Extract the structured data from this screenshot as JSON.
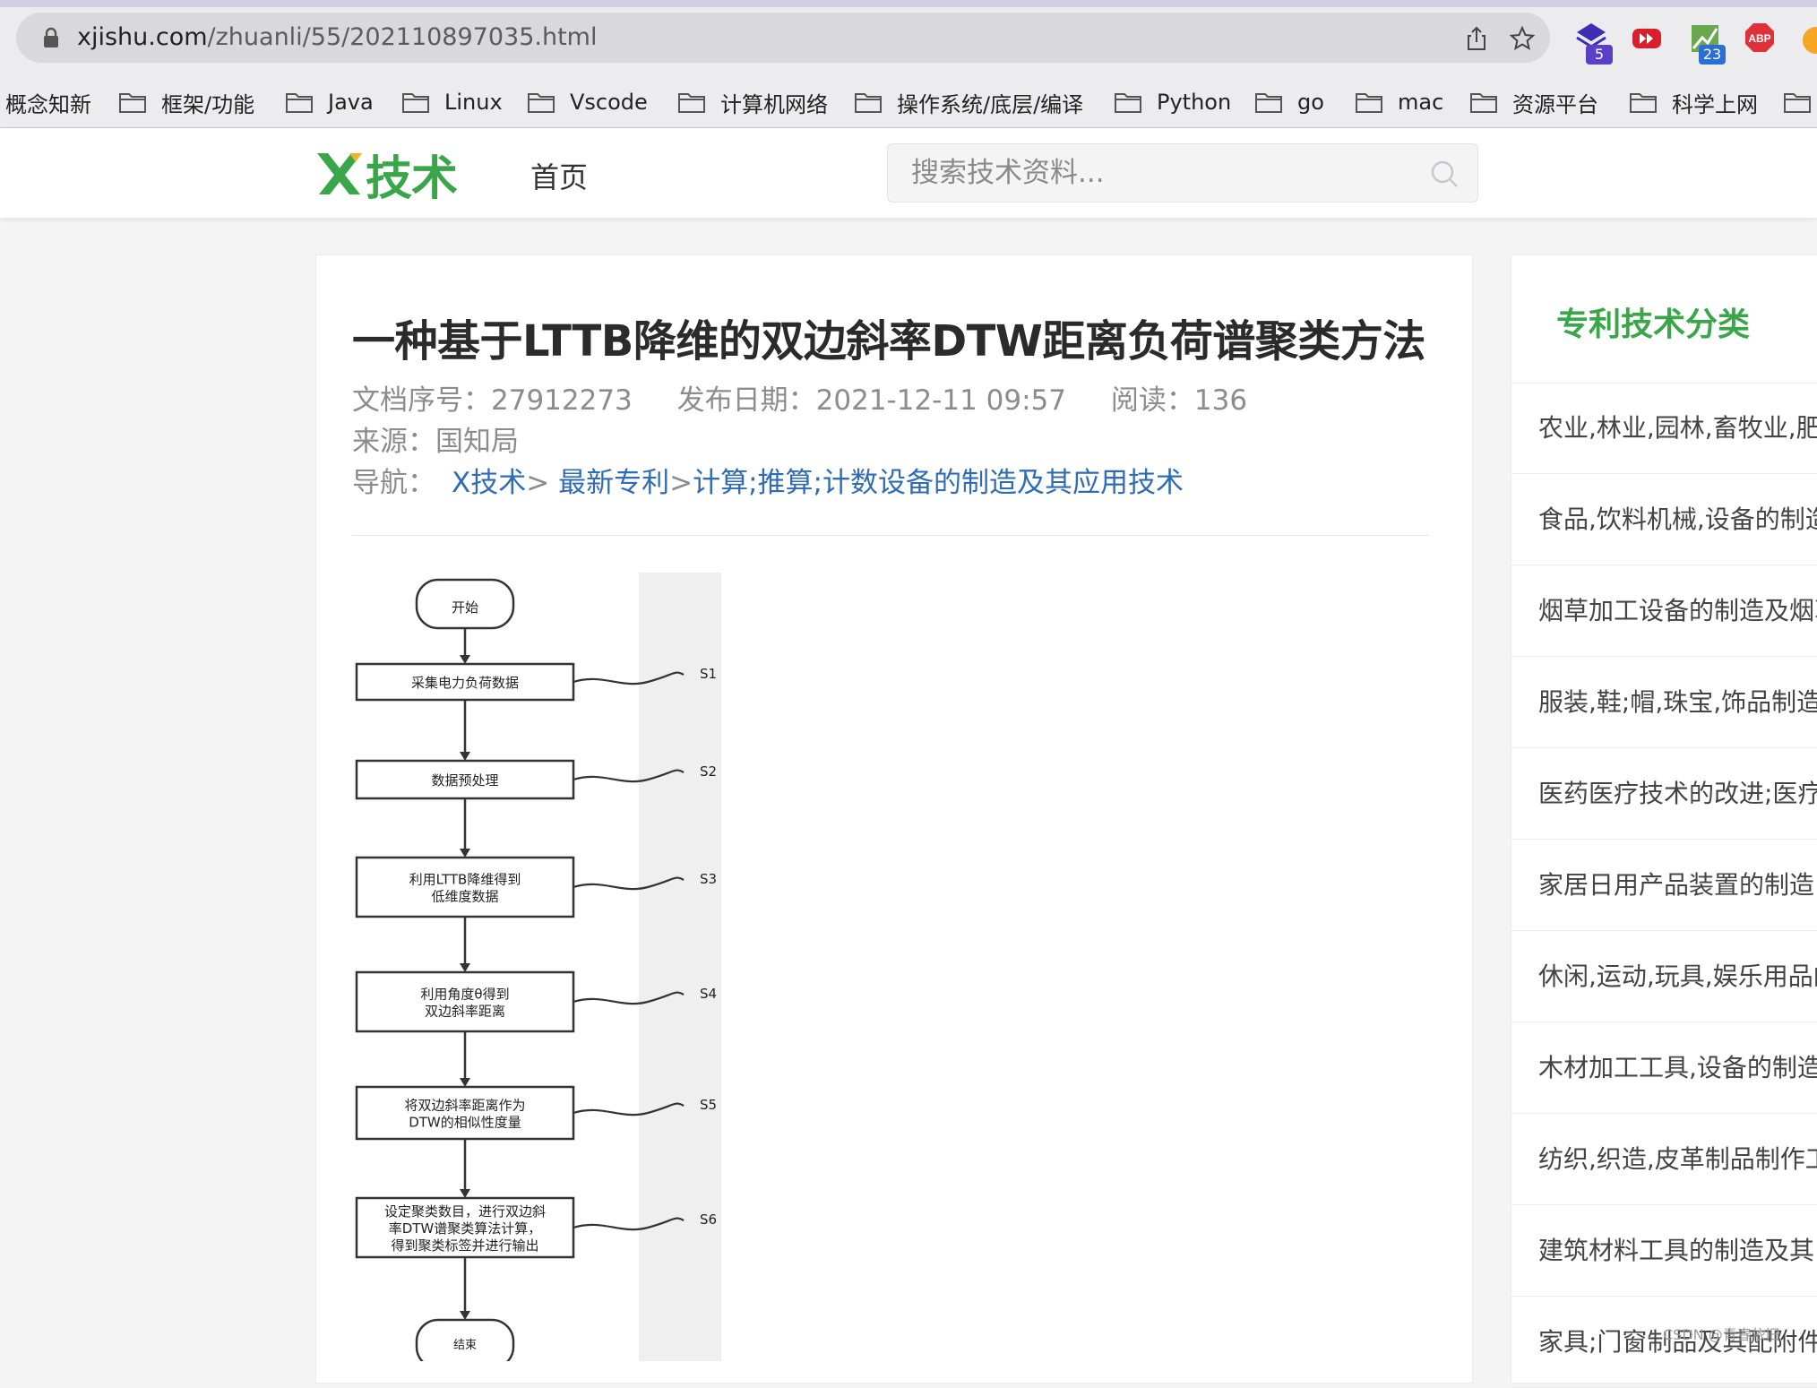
{
  "browser": {
    "url_host": "xjishu.com",
    "url_path": "/zhuanli/55/202110897035.html",
    "extensions": [
      {
        "name": "layers-extension-icon",
        "badge": "5",
        "badge_color": "#5b3fc7"
      },
      {
        "name": "video-speed-extension-icon",
        "badge": ""
      },
      {
        "name": "chart-extension-icon",
        "badge": "23",
        "badge_color": "#2a6fd6"
      },
      {
        "name": "adblock-plus-icon",
        "label": "ABP"
      }
    ],
    "bookmarks": [
      "概念知新",
      "框架/功能",
      "Java",
      "Linux",
      "Vscode",
      "计算机网络",
      "操作系统/底层/编译",
      "Python",
      "go",
      "mac",
      "资源平台",
      "科学上网"
    ]
  },
  "site": {
    "logo": "X技术",
    "nav_home": "首页",
    "search_placeholder": "搜索技术资料...",
    "brand_color": "#3aa64a"
  },
  "article": {
    "title": "一种基于LTTB降维的双边斜率DTW距离负荷谱聚类方法",
    "doc_id_label": "文档序号：",
    "doc_id": "27912273",
    "date_label": "发布日期：",
    "date": "2021-12-11 09:57",
    "reads_label": "阅读：",
    "reads": "136",
    "source_label": "来源：",
    "source": "国知局",
    "nav_label": "导航：",
    "breadcrumb": [
      "X技术",
      "最新专利",
      "计算;推算;计数设备的制造及其应用技术"
    ],
    "breadcrumb_sep": ">"
  },
  "flowchart": {
    "start": "开始",
    "end": "结束",
    "steps": [
      {
        "id": "S1",
        "lines": [
          "采集电力负荷数据"
        ]
      },
      {
        "id": "S2",
        "lines": [
          "数据预处理"
        ]
      },
      {
        "id": "S3",
        "lines": [
          "利用LTTB降维得到",
          "低维度数据"
        ]
      },
      {
        "id": "S4",
        "lines": [
          "利用角度θ得到",
          "双边斜率距离"
        ]
      },
      {
        "id": "S5",
        "lines": [
          "将双边斜率距离作为",
          "DTW的相似性度量"
        ]
      },
      {
        "id": "S6",
        "lines": [
          "设定聚类数目，进行双边斜",
          "率DTW谱聚类算法计算，",
          "得到聚类标签并进行输出"
        ]
      }
    ]
  },
  "sidebar": {
    "title": "专利技术分类",
    "categories": [
      "农业,林业,园林,畜牧业,肥",
      "食品,饮料机械,设备的制造",
      "烟草加工设备的制造及烟草",
      "服装,鞋;帽,珠宝,饰品制造",
      "医药医疗技术的改进;医疗",
      "家居日用产品装置的制造",
      "休闲,运动,玩具,娱乐用品的",
      "木材加工工具,设备的制造",
      "纺织,织造,皮革制品制作工",
      "建筑材料工具的制造及其",
      "家具;门窗制品及其配附件"
    ]
  },
  "watermark": "CSDN @青春依旧"
}
